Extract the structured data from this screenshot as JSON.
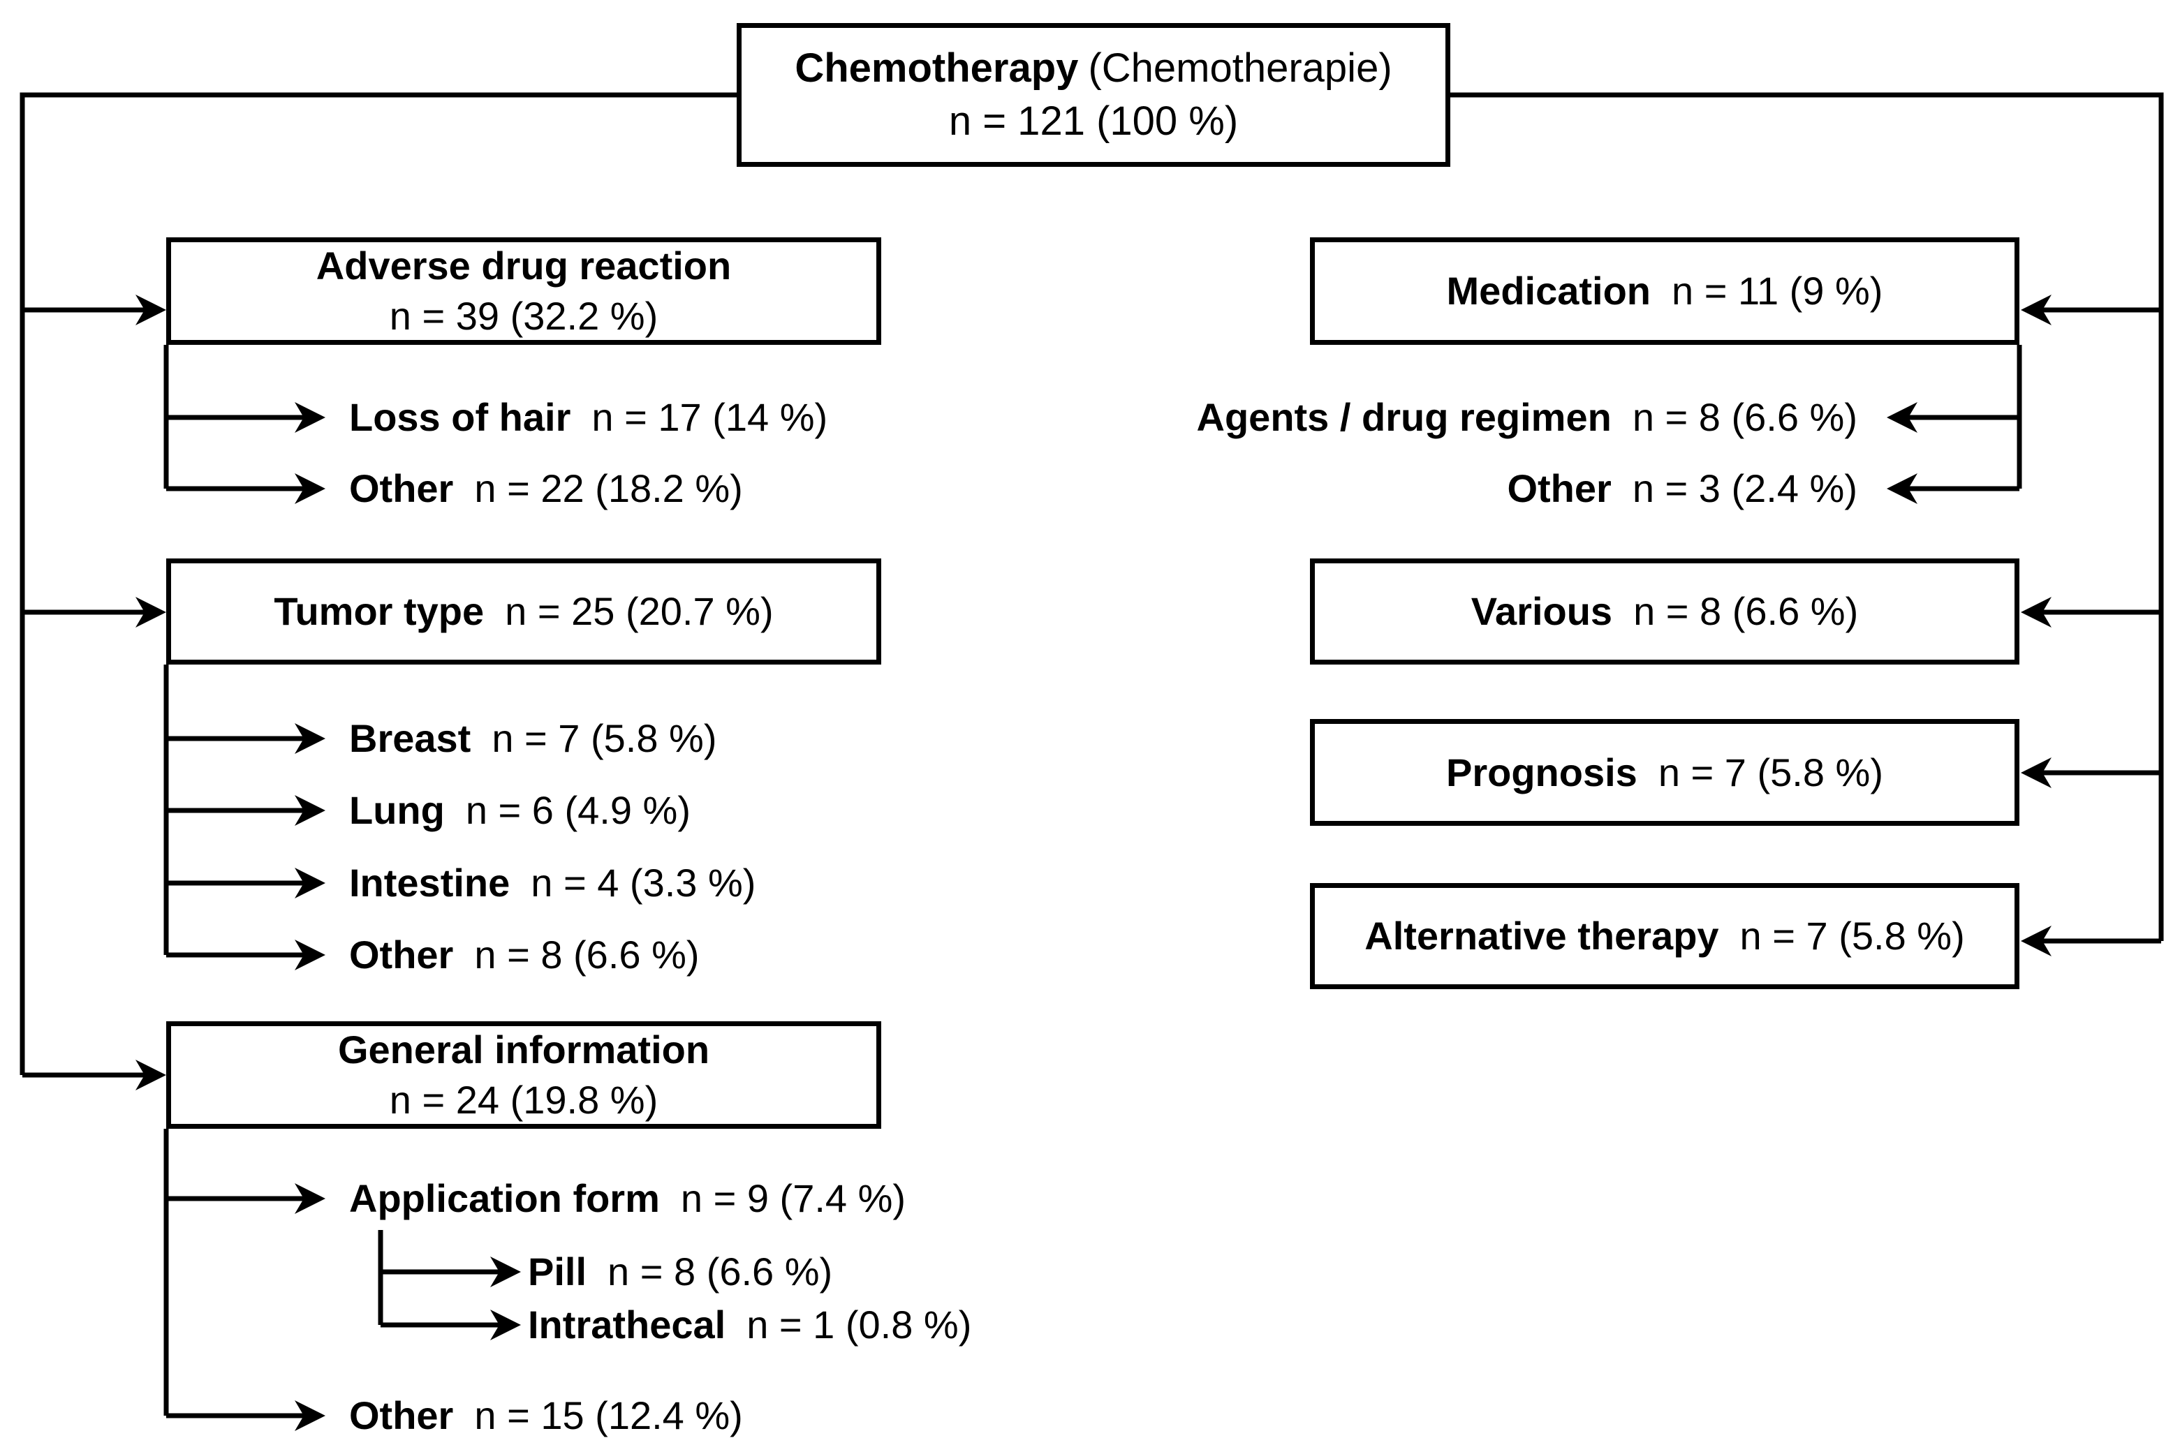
{
  "root": {
    "label": "Chemotherapy",
    "note": "(Chemotherapie)",
    "value": "n = 121 (100 %)"
  },
  "left": [
    {
      "label": "Adverse drug reaction",
      "value": "n = 39 (32.2 %)",
      "children": [
        {
          "label": "Loss of hair",
          "value": "n = 17 (14 %)"
        },
        {
          "label": "Other",
          "value": "n = 22 (18.2 %)"
        }
      ]
    },
    {
      "label": "Tumor type",
      "value": "n = 25 (20.7 %)",
      "children": [
        {
          "label": "Breast",
          "value": "n = 7 (5.8 %)"
        },
        {
          "label": "Lung",
          "value": "n = 6 (4.9 %)"
        },
        {
          "label": "Intestine",
          "value": "n = 4 (3.3 %)"
        },
        {
          "label": "Other",
          "value": "n = 8 (6.6 %)"
        }
      ]
    },
    {
      "label": "General information",
      "value": "n = 24 (19.8 %)",
      "children": [
        {
          "label": "Application form",
          "value": "n = 9 (7.4 %)",
          "children": [
            {
              "label": "Pill",
              "value": "n = 8 (6.6 %)"
            },
            {
              "label": "Intrathecal",
              "value": "n = 1 (0.8 %)"
            }
          ]
        },
        {
          "label": "Other",
          "value": "n = 15 (12.4 %)"
        }
      ]
    }
  ],
  "right": [
    {
      "label": "Medication",
      "value": "n = 11 (9 %)",
      "children": [
        {
          "label": "Agents / drug regimen",
          "value": "n = 8 (6.6 %)"
        },
        {
          "label": "Other",
          "value": "n = 3 (2.4 %)"
        }
      ]
    },
    {
      "label": "Various",
      "value": "n = 8 (6.6 %)"
    },
    {
      "label": "Prognosis",
      "value": "n = 7 (5.8 %)"
    },
    {
      "label": "Alternative therapy",
      "value": "n = 7 (5.8 %)"
    }
  ],
  "colors": {
    "ink": "#000000",
    "background": "#ffffff"
  }
}
